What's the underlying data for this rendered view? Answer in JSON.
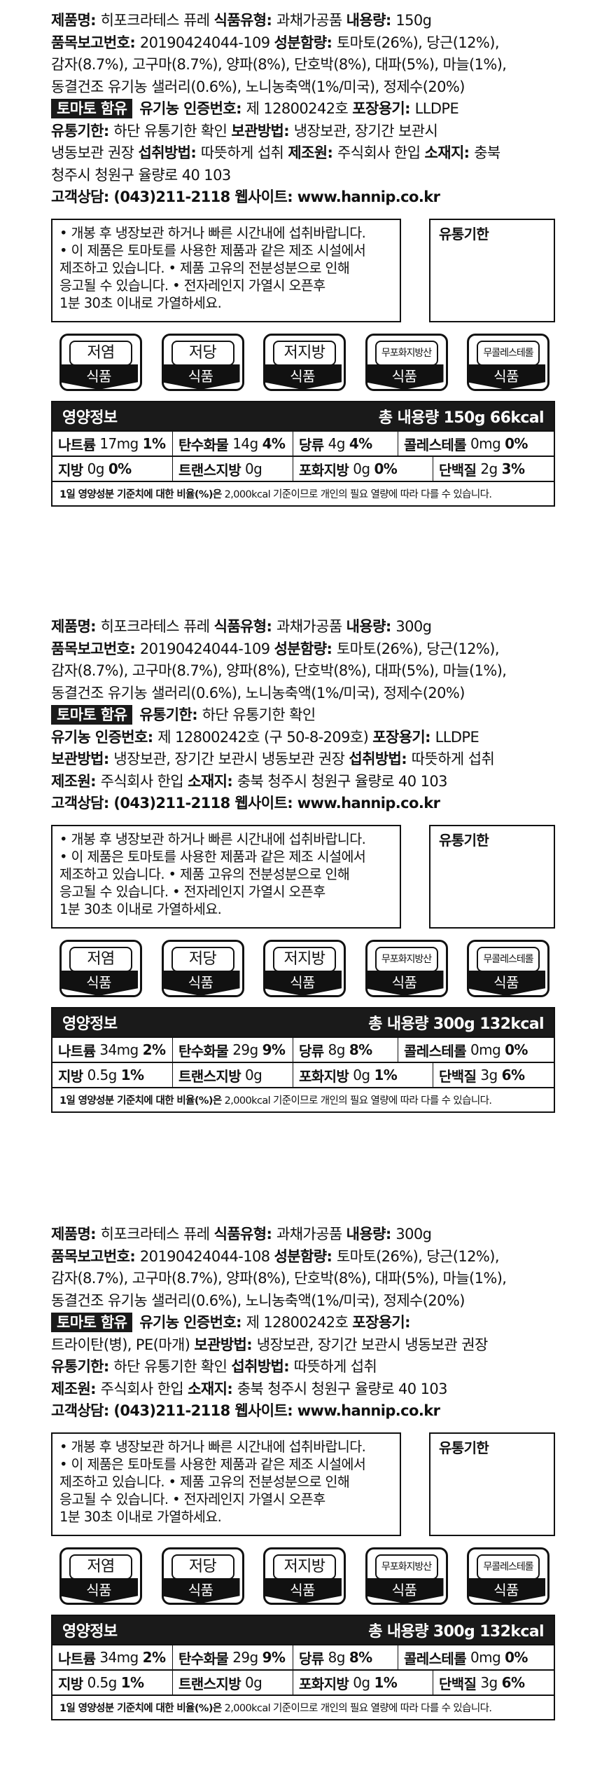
{
  "panels": [
    {
      "lines": [
        [
          {
            "b": "제품명: "
          },
          {
            "t": "히포크라테스 퓨레 "
          },
          {
            "b": "식품유형: "
          },
          {
            "t": "과채가공품  "
          },
          {
            "b": "내용량: "
          },
          {
            "t": "150g"
          }
        ],
        [
          {
            "b": "품목보고번호: "
          },
          {
            "t": "20190424044-109 "
          },
          {
            "b": "성분함량: "
          },
          {
            "t": "토마토(26%), 당근(12%),"
          }
        ],
        [
          {
            "t": "감자(8.7%), 고구마(8.7%), 양파(8%), 단호박(8%), 대파(5%), 마늘(1%),"
          }
        ],
        [
          {
            "t": "동결건조 유기농 샐러리(0.6%), 노니농축액(1%/미국), 정제수(20%)"
          }
        ],
        [
          {
            "badge": "토마토 함유"
          },
          {
            "b": "유기농 인증번호: "
          },
          {
            "t": "제 12800242호 "
          },
          {
            "b": "포장용기: "
          },
          {
            "t": "LLDPE"
          }
        ],
        [
          {
            "b": "유통기한: "
          },
          {
            "t": "하단 유통기한 확인 "
          },
          {
            "b": "보관방법: "
          },
          {
            "t": "냉장보관, 장기간 보관시"
          }
        ],
        [
          {
            "t": "냉동보관 권장 "
          },
          {
            "b": "섭취방법: "
          },
          {
            "t": "따뜻하게 섭취 "
          },
          {
            "b": "제조원: "
          },
          {
            "t": "주식회사 한입 "
          },
          {
            "b": "소재지: "
          },
          {
            "t": "충북"
          }
        ],
        [
          {
            "t": "청주시 청원구 율량로 40 103"
          }
        ],
        [
          {
            "b": "고객상담: (043)211-2118 웹사이트: www.hannip.co.kr"
          }
        ]
      ],
      "notes": [
        "• 개봉 후 냉장보관 하거나 빠른 시간내에 섭취바랍니다.",
        "• 이 제품은 토마토를 사용한 제품과 같은 제조 시설에서",
        "제조하고 있습니다. • 제품 고유의 전분성분으로 인해",
        "응고될 수 있습니다. • 전자레인지 가열시 오픈후",
        "1분 30초 이내로 가열하세요."
      ],
      "expiry_label": "유통기한",
      "nutrition": {
        "title": "영양정보",
        "total": "총 내용량 150g 66kcal",
        "row1": [
          {
            "name": "나트륨",
            "amount": "17mg",
            "pct": "1%"
          },
          {
            "name": "탄수화물",
            "amount": "14g",
            "pct": "4%"
          },
          {
            "name": "당류",
            "amount": "4g",
            "pct": "4%"
          },
          {
            "name": "콜레스테롤",
            "amount": "0mg",
            "pct": "0%"
          }
        ],
        "row2": [
          {
            "name": "지방",
            "amount": "0g",
            "pct": "0%"
          },
          {
            "name": "트랜스지방",
            "amount": "0g",
            "pct": ""
          },
          {
            "name": "포화지방",
            "amount": "0g",
            "pct": "0%"
          },
          {
            "name": "단백질",
            "amount": "2g",
            "pct": "3%"
          }
        ]
      }
    },
    {
      "lines": [
        [
          {
            "b": "제품명: "
          },
          {
            "t": "히포크라테스 퓨레 "
          },
          {
            "b": "식품유형: "
          },
          {
            "t": "과채가공품  "
          },
          {
            "b": "내용량: "
          },
          {
            "t": "300g"
          }
        ],
        [
          {
            "b": "품목보고번호: "
          },
          {
            "t": "20190424044-109 "
          },
          {
            "b": "성분함량: "
          },
          {
            "t": "토마토(26%), 당근(12%),"
          }
        ],
        [
          {
            "t": "감자(8.7%), 고구마(8.7%), 양파(8%), 단호박(8%), 대파(5%), 마늘(1%),"
          }
        ],
        [
          {
            "t": "동결건조 유기농 샐러리(0.6%), 노니농축액(1%/미국), 정제수(20%)"
          }
        ],
        [
          {
            "badge": "토마토 함유"
          },
          {
            "b": "유통기한: "
          },
          {
            "t": "하단 유통기한 확인"
          }
        ],
        [
          {
            "b": "유기농 인증번호: "
          },
          {
            "t": "제 12800242호 (구 50-8-209호) "
          },
          {
            "b": "포장용기: "
          },
          {
            "t": "LLDPE"
          }
        ],
        [
          {
            "b": "보관방법: "
          },
          {
            "t": "냉장보관, 장기간 보관시 냉동보관 권장 "
          },
          {
            "b": "섭취방법: "
          },
          {
            "t": "따뜻하게 섭취"
          }
        ],
        [
          {
            "b": "제조원: "
          },
          {
            "t": "주식회사 한입 "
          },
          {
            "b": "소재지: "
          },
          {
            "t": "충북 청주시 청원구 율량로 40 103"
          }
        ],
        [
          {
            "b": "고객상담: (043)211-2118 웹사이트: www.hannip.co.kr"
          }
        ]
      ],
      "notes": [
        "• 개봉 후 냉장보관 하거나 빠른 시간내에 섭취바랍니다.",
        "• 이 제품은 토마토를 사용한 제품과 같은 제조 시설에서",
        "제조하고 있습니다. • 제품 고유의 전분성분으로 인해",
        "응고될 수 있습니다. • 전자레인지 가열시 오픈후",
        "1분 30초 이내로 가열하세요."
      ],
      "expiry_label": "유통기한",
      "nutrition": {
        "title": "영양정보",
        "total": "총 내용량 300g 132kcal",
        "row1": [
          {
            "name": "나트륨",
            "amount": "34mg",
            "pct": "2%"
          },
          {
            "name": "탄수화물",
            "amount": "29g",
            "pct": "9%"
          },
          {
            "name": "당류",
            "amount": "8g",
            "pct": "8%"
          },
          {
            "name": "콜레스테롤",
            "amount": "0mg",
            "pct": "0%"
          }
        ],
        "row2": [
          {
            "name": "지방",
            "amount": "0.5g",
            "pct": "1%"
          },
          {
            "name": "트랜스지방",
            "amount": "0g",
            "pct": ""
          },
          {
            "name": "포화지방",
            "amount": "0g",
            "pct": "1%"
          },
          {
            "name": "단백질",
            "amount": "3g",
            "pct": "6%"
          }
        ]
      }
    },
    {
      "lines": [
        [
          {
            "b": "제품명: "
          },
          {
            "t": "히포크라테스 퓨레 "
          },
          {
            "b": "식품유형: "
          },
          {
            "t": "과채가공품  "
          },
          {
            "b": "내용량: "
          },
          {
            "t": "300g"
          }
        ],
        [
          {
            "b": "품목보고번호: "
          },
          {
            "t": "20190424044-108 "
          },
          {
            "b": "성분함량: "
          },
          {
            "t": "토마토(26%), 당근(12%),"
          }
        ],
        [
          {
            "t": "감자(8.7%), 고구마(8.7%), 양파(8%), 단호박(8%), 대파(5%), 마늘(1%),"
          }
        ],
        [
          {
            "t": "동결건조 유기농 샐러리(0.6%), 노니농축액(1%/미국), 정제수(20%)"
          }
        ],
        [
          {
            "badge": "토마토 함유"
          },
          {
            "b": "유기농 인증번호: "
          },
          {
            "t": "제 12800242호 "
          },
          {
            "b": "포장용기:"
          }
        ],
        [
          {
            "t": "트라이탄(병), PE(마개) "
          },
          {
            "b": "보관방법: "
          },
          {
            "t": "냉장보관, 장기간 보관시 냉동보관 권장"
          }
        ],
        [
          {
            "b": "유통기한: "
          },
          {
            "t": "하단 유통기한 확인 "
          },
          {
            "b": "섭취방법: "
          },
          {
            "t": "따뜻하게 섭취"
          }
        ],
        [
          {
            "b": "제조원: "
          },
          {
            "t": "주식회사 한입 "
          },
          {
            "b": "소재지: "
          },
          {
            "t": "충북 청주시 청원구 율량로 40 103"
          }
        ],
        [
          {
            "b": "고객상담: (043)211-2118 웹사이트: www.hannip.co.kr"
          }
        ]
      ],
      "notes": [
        "• 개봉 후 냉장보관 하거나 빠른 시간내에 섭취바랍니다.",
        "• 이 제품은 토마토를 사용한 제품과 같은 제조 시설에서",
        "제조하고 있습니다. • 제품 고유의 전분성분으로 인해",
        "응고될 수 있습니다. • 전자레인지 가열시 오픈후",
        "1분 30초 이내로 가열하세요."
      ],
      "expiry_label": "유통기한",
      "nutrition": {
        "title": "영양정보",
        "total": "총 내용량 300g 132kcal",
        "row1": [
          {
            "name": "나트륨",
            "amount": "34mg",
            "pct": "2%"
          },
          {
            "name": "탄수화물",
            "amount": "29g",
            "pct": "9%"
          },
          {
            "name": "당류",
            "amount": "8g",
            "pct": "8%"
          },
          {
            "name": "콜레스테롤",
            "amount": "0mg",
            "pct": "0%"
          }
        ],
        "row2": [
          {
            "name": "지방",
            "amount": "0.5g",
            "pct": "1%"
          },
          {
            "name": "트랜스지방",
            "amount": "0g",
            "pct": ""
          },
          {
            "name": "포화지방",
            "amount": "0g",
            "pct": "1%"
          },
          {
            "name": "단백질",
            "amount": "3g",
            "pct": "6%"
          }
        ]
      }
    }
  ],
  "icons": [
    {
      "top": "저염",
      "bottom": "식품",
      "small": false
    },
    {
      "top": "저당",
      "bottom": "식품",
      "small": false
    },
    {
      "top": "저지방",
      "bottom": "식품",
      "small": false
    },
    {
      "top": "무포화지방산",
      "bottom": "식품",
      "small": true
    },
    {
      "top": "무콜레스테롤",
      "bottom": "식품",
      "small": true
    }
  ],
  "footnote_bold": "1일 영양성분 기준치에 대한 비율(%)은",
  "footnote_text": " 2,000kcal 기준이므로 개인의 필요 열량에 따라 다를 수 있습니다."
}
